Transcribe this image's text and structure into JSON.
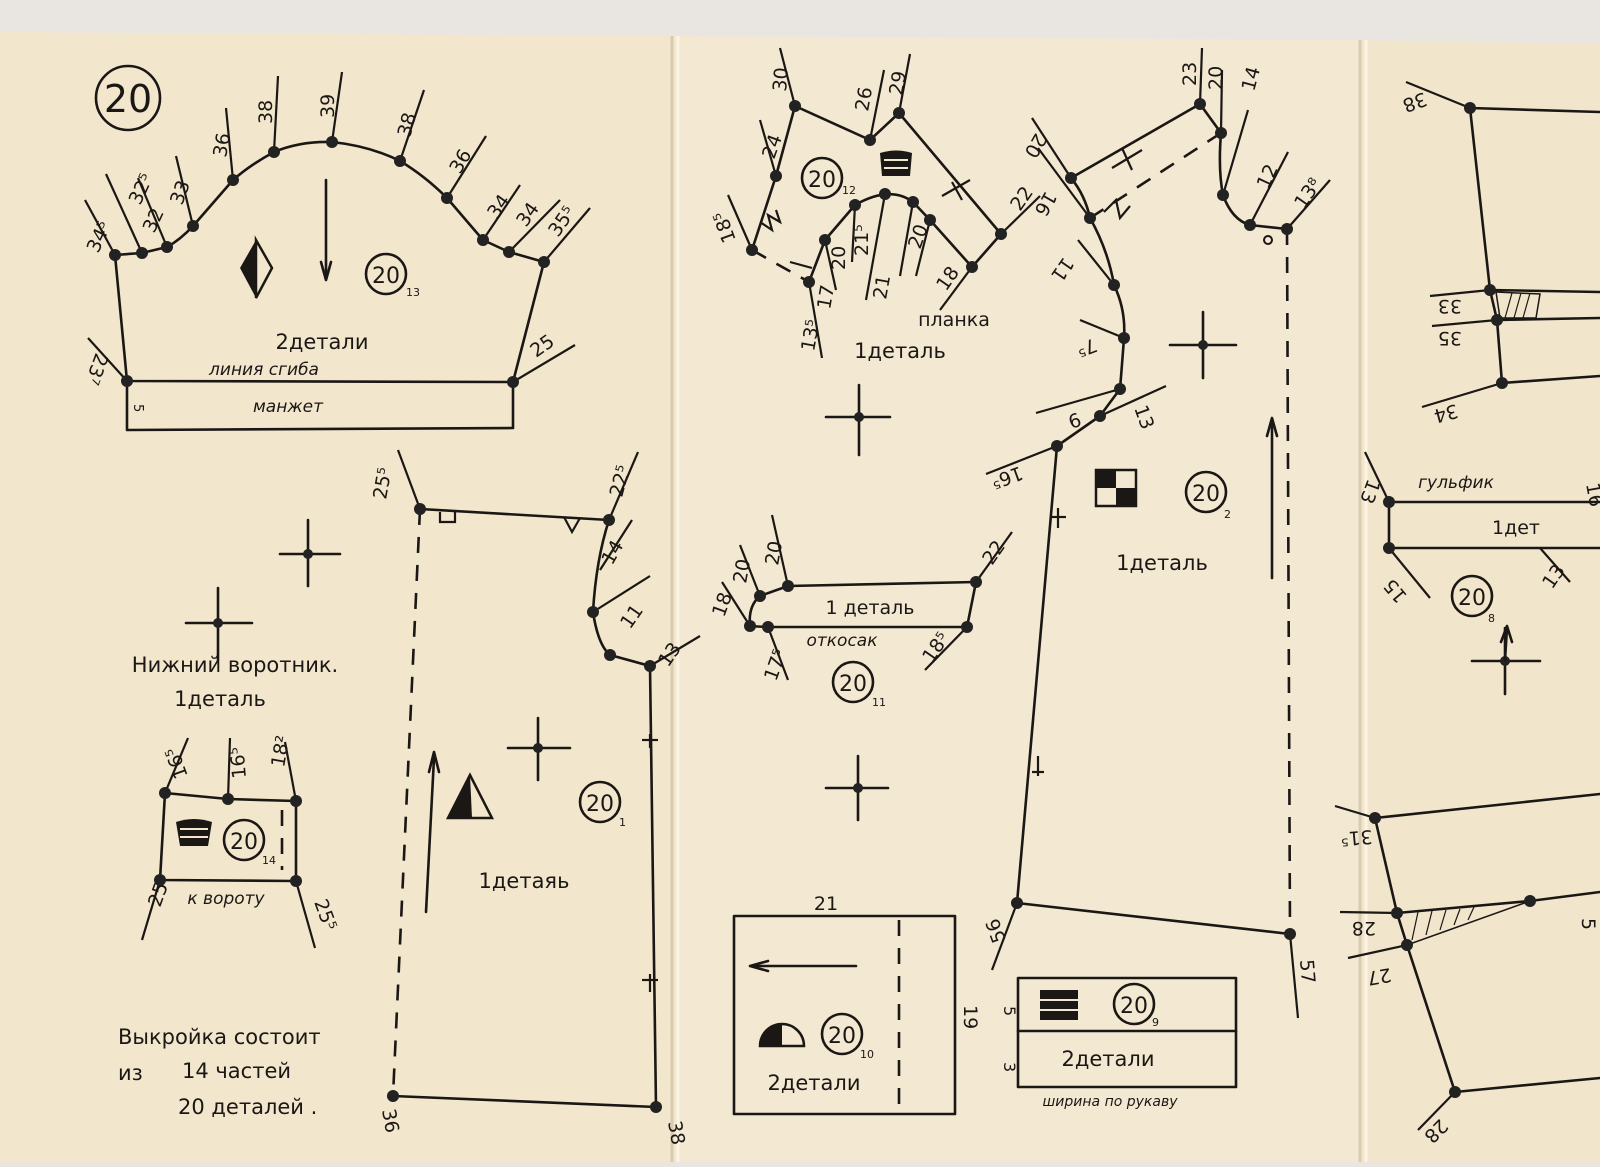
{
  "sheet": {
    "pattern_number": "20",
    "colors": {
      "paper": "#f2e7cf",
      "ink": "#1b1714",
      "top_strip": "#e9e6e2"
    }
  },
  "cuff": {
    "id": "20",
    "sub": "13",
    "count": "2детали",
    "fold": "линия сгиба",
    "band": "манжет",
    "band_width": "5",
    "measures": [
      "34⁵",
      "32⁵",
      "32",
      "33",
      "36",
      "38",
      "39",
      "38",
      "36",
      "34",
      "34",
      "35⁵",
      "23⁷",
      "25"
    ]
  },
  "collar_lower": {
    "title": "Нижний воротник.",
    "count": "1деталь",
    "id": "20",
    "sub": "14",
    "edge": "к вороту",
    "measures": [
      "16⁵",
      "16⁵",
      "18²",
      "25",
      "25⁵"
    ]
  },
  "summary": {
    "line1": "Выкройка состоит",
    "line2a": "из",
    "line2b": "14 частей",
    "line3": "20 деталей ."
  },
  "front": {
    "id": "20",
    "sub": "1",
    "count": "1детаяь",
    "measures": [
      "25⁵",
      "22⁵",
      "14",
      "11",
      "13",
      "36",
      "38"
    ]
  },
  "placket": {
    "id": "20",
    "sub": "12",
    "name": "планка",
    "count": "1деталь",
    "measures": [
      "30",
      "26",
      "29",
      "24",
      "18⁵",
      "20",
      "21⁵",
      "20",
      "21",
      "17",
      "13⁵",
      "18",
      "22"
    ]
  },
  "facing": {
    "id": "20",
    "sub": "11",
    "count": "1 деталь",
    "name": "откосак",
    "measures": [
      "20",
      "20",
      "18",
      "22",
      "17⁵",
      "18⁵"
    ]
  },
  "pocket": {
    "id": "20",
    "sub": "10",
    "count": "2детали",
    "width": "21",
    "height": "19"
  },
  "back": {
    "id": "20",
    "sub": "2",
    "count": "1деталь",
    "measures": [
      "23",
      "20",
      "14",
      "20",
      "16",
      "11",
      "12",
      "13⁸",
      "7⁵",
      "9",
      "13",
      "16⁵",
      "56",
      "57"
    ]
  },
  "strap": {
    "id": "20",
    "sub": "9",
    "count": "2детали",
    "caption": "ширина по рукаву",
    "dims": [
      "5",
      "3"
    ]
  },
  "right_panel": {
    "fly": "гульфик",
    "fly_count": "1дет",
    "id": "20",
    "sub": "8",
    "measures": [
      "38",
      "33",
      "35",
      "34",
      "13",
      "15",
      "13",
      "16",
      "31⁵",
      "28",
      "27",
      "28",
      "5"
    ]
  }
}
